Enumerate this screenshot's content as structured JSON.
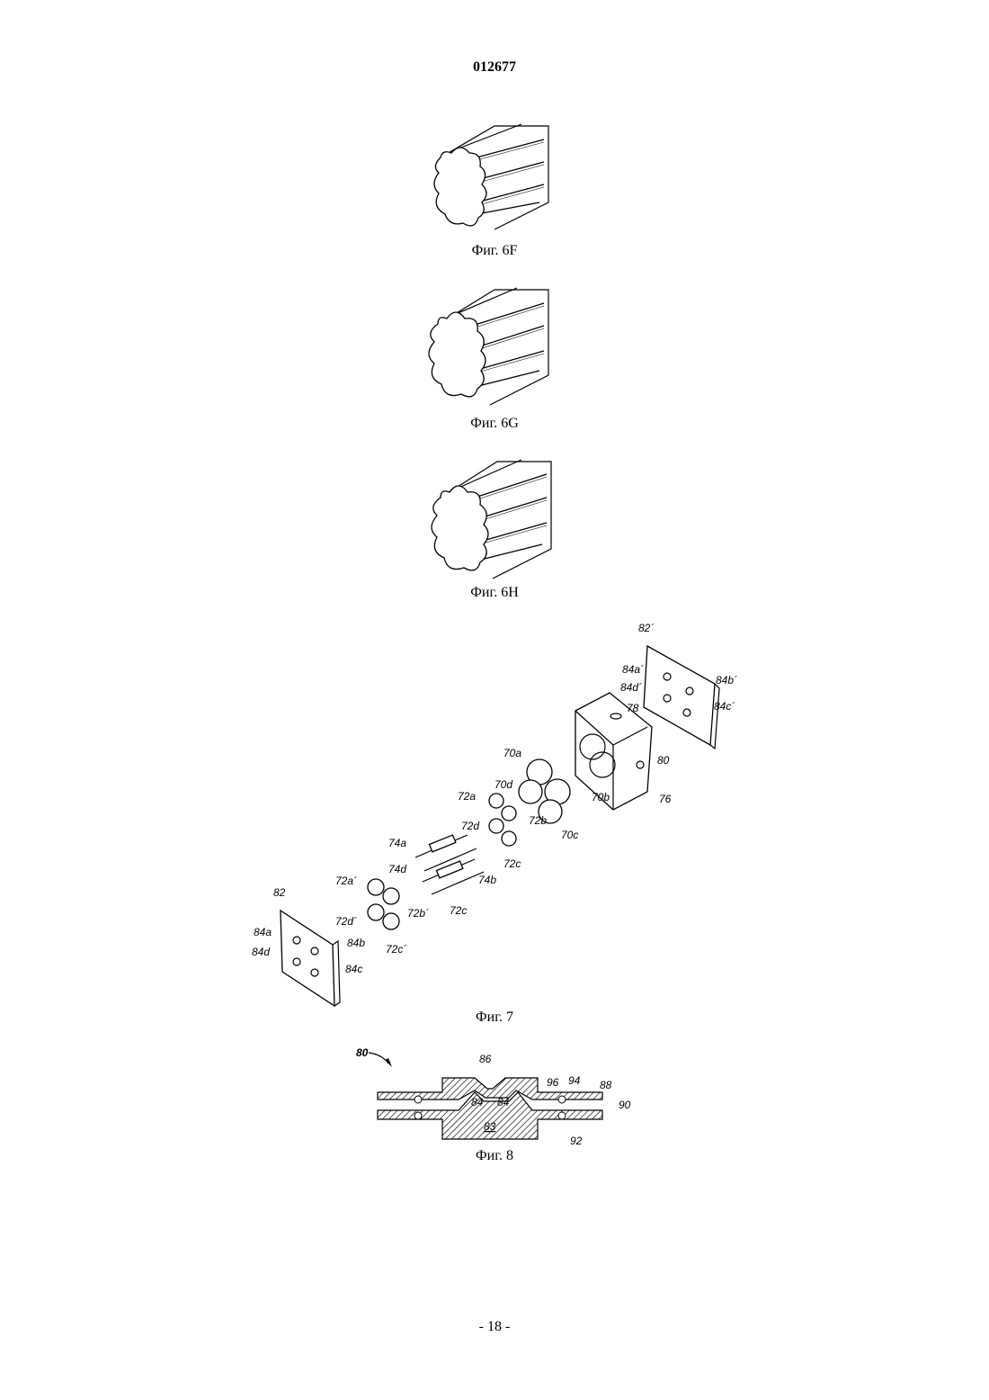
{
  "header": {
    "document_number": "012677"
  },
  "figures": {
    "fig6f": {
      "caption": "Фиг. 6F"
    },
    "fig6g": {
      "caption": "Фиг. 6G"
    },
    "fig6h": {
      "caption": "Фиг. 6H"
    },
    "fig7": {
      "caption": "Фиг. 7",
      "labels": {
        "l82p": "82´",
        "l84ap": "84a´",
        "l84bp": "84b´",
        "l84dp": "84d´",
        "l84cp": "84c´",
        "l78": "78",
        "l80": "80",
        "l76": "76",
        "l70a": "70a",
        "l70d": "70d",
        "l70b": "70b",
        "l70c": "70c",
        "l72a": "72a",
        "l72b": "72b",
        "l72d": "72d",
        "l72c": "72c",
        "l74a": "74a",
        "l74d": "74d",
        "l74b": "74b",
        "l72c2": "72c",
        "l72ap": "72a´",
        "l72bp": "72b´",
        "l72dp": "72d´",
        "l72cp": "72c´",
        "l82": "82",
        "l84a": "84a",
        "l84d": "84d",
        "l84b": "84b",
        "l84c": "84c"
      }
    },
    "fig8": {
      "caption": "Фиг. 8",
      "labels": {
        "l80": "80",
        "l86": "86",
        "l96": "96",
        "l94": "94",
        "l88": "88",
        "l84": "84",
        "l84p": "84´",
        "l90": "90",
        "l83": "83",
        "l92": "92"
      }
    }
  },
  "footer": {
    "page_number": "- 18 -"
  }
}
